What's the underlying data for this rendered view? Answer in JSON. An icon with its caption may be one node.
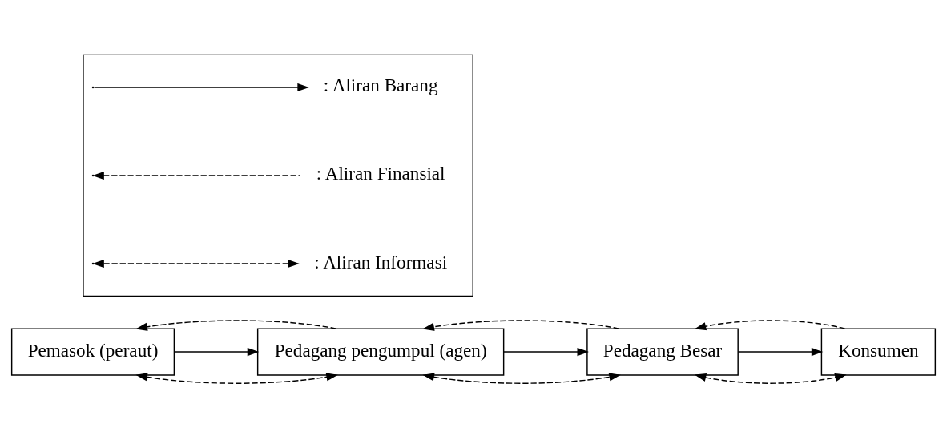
{
  "diagram": {
    "nodes": [
      {
        "text": [
          "Pemasok (peraut)"
        ]
      },
      {
        "text": [
          "Pedagang pengumpul (agen)"
        ]
      },
      {
        "text": [
          "Pedagang Besar"
        ]
      },
      {
        "text": [
          "Konsumen"
        ]
      },
      {
        "text": [],
        "shape": "box"
      }
    ],
    "edges": [
      {
        "from": 0,
        "to": 1,
        "arrow": "both",
        "style": "dashed"
      },
      {
        "from": 0,
        "to": 1,
        "arrow": "to"
      },
      {
        "from": 1,
        "to": 0,
        "arrow": "to",
        "style": "dashed"
      },
      {
        "from": 1,
        "to": 2,
        "arrow": "both",
        "style": "dashed"
      },
      {
        "from": 1,
        "to": 2,
        "arrow": "to"
      },
      {
        "from": 2,
        "to": 1,
        "arrow": "to",
        "style": "dashed"
      },
      {
        "from": 2,
        "to": 3,
        "arrow": "both",
        "style": "dashed"
      },
      {
        "from": 2,
        "to": 3,
        "arrow": "to"
      },
      {
        "from": 3,
        "to": 2,
        "arrow": "to",
        "style": "dashed"
      }
    ],
    "legend": [
      {
        "text": ": Aliran Barang"
      },
      {
        "text": ": Aliran Finansial"
      },
      {
        "text": ": Aliran Informasi"
      }
    ]
  }
}
